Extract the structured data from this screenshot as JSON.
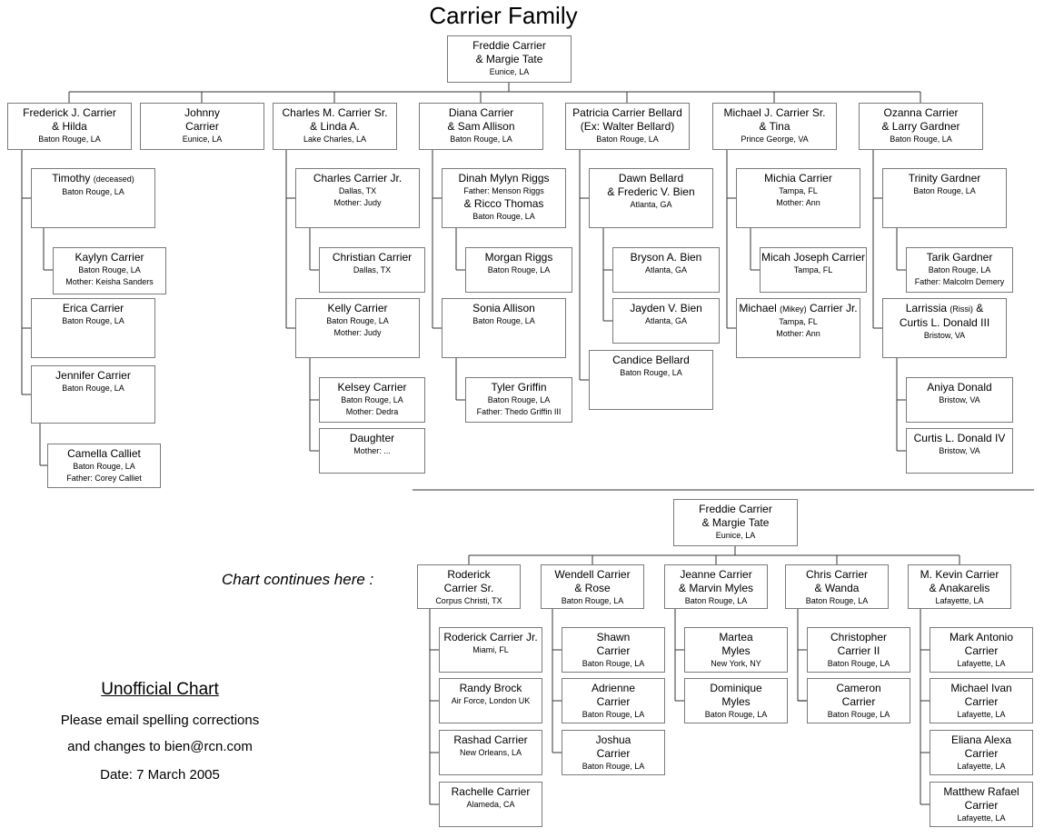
{
  "title": "Carrier Family",
  "continue_label": "Chart continues here :",
  "notes": {
    "heading": "Unofficial Chart",
    "line1": "Please email spelling corrections",
    "line2": "and changes to bien@rcn.com",
    "date": "Date: 7 March 2005"
  },
  "top_root": {
    "lines": [
      "Freddie Carrier",
      "& Margie Tate"
    ],
    "sub": [
      "Eunice, LA"
    ]
  },
  "top_children": [
    {
      "lines": [
        "Frederick J. Carrier",
        "& Hilda"
      ],
      "sub": [
        "Baton Rouge, LA"
      ]
    },
    {
      "lines": [
        "Johnny",
        "Carrier"
      ],
      "sub": [
        "Eunice, LA"
      ]
    },
    {
      "lines": [
        "Charles M. Carrier Sr.",
        "& Linda A."
      ],
      "sub": [
        "Lake Charles, LA"
      ]
    },
    {
      "lines": [
        "Diana Carrier",
        "& Sam Allison"
      ],
      "sub": [
        "Baton Rouge, LA"
      ]
    },
    {
      "lines": [
        "Patricia Carrier Bellard",
        "(Ex: Walter Bellard)"
      ],
      "sub": [
        "Baton Rouge, LA"
      ]
    },
    {
      "lines": [
        "Michael J. Carrier Sr.",
        "& Tina"
      ],
      "sub": [
        "Prince George, VA"
      ]
    },
    {
      "lines": [
        "Ozanna Carrier",
        "& Larry Gardner"
      ],
      "sub": [
        "Baton Rouge, LA"
      ]
    }
  ],
  "grand": {
    "frederick": [
      {
        "lines": [
          "Timothy",
          "(deceased)"
        ],
        "sub": [
          "Baton Rouge, LA"
        ]
      },
      {
        "lines": [
          "Erica Carrier"
        ],
        "sub": [
          "Baton Rouge, LA"
        ]
      },
      {
        "lines": [
          "Jennifer Carrier"
        ],
        "sub": [
          "Baton Rouge, LA"
        ]
      }
    ],
    "charles": [
      {
        "lines": [
          "Charles Carrier Jr."
        ],
        "sub": [
          "Dallas, TX",
          "Mother: Judy"
        ]
      },
      {
        "lines": [
          "Kelly Carrier"
        ],
        "sub": [
          "Baton Rouge, LA",
          "Mother: Judy"
        ]
      }
    ],
    "diana": [
      {
        "lines": [
          "Dinah Mylyn Riggs"
        ],
        "sub": [
          "Father: Menson Riggs"
        ],
        "lines2": [
          "& Ricco Thomas"
        ],
        "sub2": [
          "Baton Rouge, LA"
        ]
      },
      {
        "lines": [
          "Sonia Allison"
        ],
        "sub": [
          "Baton Rouge, LA"
        ]
      }
    ],
    "patricia": [
      {
        "lines": [
          "Dawn Bellard",
          "& Frederic V. Bien"
        ],
        "sub": [
          "Atlanta, GA"
        ]
      },
      {
        "lines": [
          "Candice Bellard"
        ],
        "sub": [
          "Baton Rouge, LA"
        ]
      }
    ],
    "michael": [
      {
        "lines": [
          "Michia Carrier"
        ],
        "sub": [
          "Tampa, FL",
          "Mother: Ann"
        ]
      },
      {
        "lines": [
          "Michael",
          "(Mikey)",
          "Carrier Jr."
        ],
        "sub": [
          "Tampa, FL",
          "Mother: Ann"
        ]
      }
    ],
    "ozanna": [
      {
        "lines": [
          "Trinity Gardner"
        ],
        "sub": [
          "Baton Rouge, LA"
        ]
      },
      {
        "lines": [
          "Larrissia",
          "(Rissi)",
          "&",
          "Curtis L. Donald III"
        ],
        "sub": [
          "Bristow, VA"
        ]
      }
    ]
  },
  "great": {
    "timothy": [
      {
        "lines": [
          "Kaylyn Carrier"
        ],
        "sub": [
          "Baton Rouge, LA",
          "Mother: Keisha Sanders"
        ]
      }
    ],
    "jennifer": [
      {
        "lines": [
          "Camella Calliet"
        ],
        "sub": [
          "Baton Rouge, LA",
          "Father: Corey Calliet"
        ]
      }
    ],
    "charles_jr": [
      {
        "lines": [
          "Christian Carrier"
        ],
        "sub": [
          "Dallas, TX"
        ]
      }
    ],
    "kelly": [
      {
        "lines": [
          "Kelsey Carrier"
        ],
        "sub": [
          "Baton Rouge, LA",
          "Mother: Dedra"
        ]
      },
      {
        "lines": [
          "Daughter"
        ],
        "sub": [
          "Mother: ..."
        ]
      }
    ],
    "dinah": [
      {
        "lines": [
          "Morgan Riggs"
        ],
        "sub": [
          "Baton Rouge, LA"
        ]
      }
    ],
    "sonia": [
      {
        "lines": [
          "Tyler Griffin"
        ],
        "sub": [
          "Baton Rouge, LA",
          "Father: Thedo Griffin III"
        ]
      }
    ],
    "dawn": [
      {
        "lines": [
          "Bryson A. Bien"
        ],
        "sub": [
          "Atlanta, GA"
        ]
      },
      {
        "lines": [
          "Jayden V. Bien"
        ],
        "sub": [
          "Atlanta, GA"
        ]
      }
    ],
    "michia": [
      {
        "lines": [
          "Micah Joseph Carrier"
        ],
        "sub": [
          "Tampa, FL"
        ]
      }
    ],
    "trinity": [
      {
        "lines": [
          "Tarik Gardner"
        ],
        "sub": [
          "Baton Rouge, LA",
          "Father: Malcolm Demery"
        ]
      }
    ],
    "larrissia": [
      {
        "lines": [
          "Aniya Donald"
        ],
        "sub": [
          "Bristow, VA"
        ]
      },
      {
        "lines": [
          "Curtis L. Donald IV"
        ],
        "sub": [
          "Bristow, VA"
        ]
      }
    ]
  },
  "bottom_root": {
    "lines": [
      "Freddie Carrier",
      "& Margie Tate"
    ],
    "sub": [
      "Eunice, LA"
    ]
  },
  "bottom_children": [
    {
      "lines": [
        "Roderick",
        "Carrier Sr."
      ],
      "sub": [
        "Corpus Christi, TX"
      ]
    },
    {
      "lines": [
        "Wendell Carrier",
        "& Rose"
      ],
      "sub": [
        "Baton Rouge, LA"
      ]
    },
    {
      "lines": [
        "Jeanne Carrier",
        "& Marvin Myles"
      ],
      "sub": [
        "Baton Rouge, LA"
      ]
    },
    {
      "lines": [
        "Chris Carrier",
        "& Wanda"
      ],
      "sub": [
        "Baton Rouge, LA"
      ]
    },
    {
      "lines": [
        "M. Kevin Carrier",
        "& Anakarelis"
      ],
      "sub": [
        "Lafayette, LA"
      ]
    }
  ],
  "bottom_grand": {
    "roderick": [
      {
        "lines": [
          "Roderick Carrier Jr."
        ],
        "sub": [
          "Miami, FL"
        ]
      },
      {
        "lines": [
          "Randy Brock"
        ],
        "sub": [
          "Air Force, London UK"
        ]
      },
      {
        "lines": [
          "Rashad Carrier"
        ],
        "sub": [
          "New Orleans, LA"
        ]
      },
      {
        "lines": [
          "Rachelle Carrier"
        ],
        "sub": [
          "Alameda, CA"
        ]
      }
    ],
    "wendell": [
      {
        "lines": [
          "Shawn",
          "Carrier"
        ],
        "sub": [
          "Baton Rouge, LA"
        ]
      },
      {
        "lines": [
          "Adrienne",
          "Carrier"
        ],
        "sub": [
          "Baton Rouge, LA"
        ]
      },
      {
        "lines": [
          "Joshua",
          "Carrier"
        ],
        "sub": [
          "Baton Rouge, LA"
        ]
      }
    ],
    "jeanne": [
      {
        "lines": [
          "Martea",
          "Myles"
        ],
        "sub": [
          "New York, NY"
        ]
      },
      {
        "lines": [
          "Dominique",
          "Myles"
        ],
        "sub": [
          "Baton Rouge, LA"
        ]
      }
    ],
    "chris": [
      {
        "lines": [
          "Christopher",
          "Carrier II"
        ],
        "sub": [
          "Baton Rouge, LA"
        ]
      },
      {
        "lines": [
          "Cameron",
          "Carrier"
        ],
        "sub": [
          "Baton Rouge, LA"
        ]
      }
    ],
    "kevin": [
      {
        "lines": [
          "Mark Antonio",
          "Carrier"
        ],
        "sub": [
          "Lafayette, LA"
        ]
      },
      {
        "lines": [
          "Michael Ivan",
          "Carrier"
        ],
        "sub": [
          "Lafayette, LA"
        ]
      },
      {
        "lines": [
          "Eliana Alexa",
          "Carrier"
        ],
        "sub": [
          "Lafayette, LA"
        ]
      },
      {
        "lines": [
          "Matthew Rafael",
          "Carrier"
        ],
        "sub": [
          "Lafayette, LA"
        ]
      }
    ]
  }
}
